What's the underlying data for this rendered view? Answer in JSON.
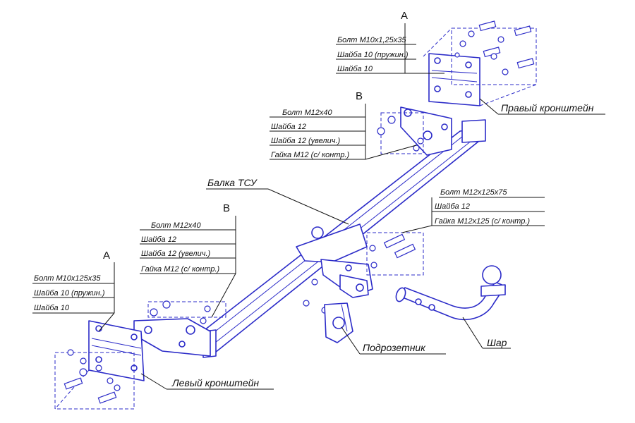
{
  "labels": {
    "right_group": {
      "letter": "A",
      "items": [
        "Болт М10х1,25х35",
        "Шайба 10 (пружин.)",
        "Шайба 10"
      ]
    },
    "right_bracket": "Правый кронштейн",
    "right_b_group": {
      "letter": "B",
      "items": [
        "Болт М12х40",
        "Шайба 12",
        "Шайба 12 (увелич.)",
        "Гайка М12 (с/ контр.)"
      ]
    },
    "beam": "Балка ТСУ",
    "ball_bolts": {
      "items": [
        "Болт М12х125х75",
        "Шайба 12",
        "Гайка М12х125 (с/ контр.)"
      ]
    },
    "left_b_group": {
      "letter": "B",
      "items": [
        "Болт М12х40",
        "Шайба 12",
        "Шайба 12 (увелич.)",
        "Гайка М12 (с/ контр.)"
      ]
    },
    "left_group": {
      "letter": "A",
      "items": [
        "Болт М10х125х35",
        "Шайба 10 (пружин.)",
        "Шайба 10"
      ]
    },
    "socket_plate": "Подрозетник",
    "ball": "Шар",
    "left_bracket": "Левый кронштейн"
  },
  "colors": {
    "parts": "#2b2bc8",
    "leaders": "#111111",
    "background": "#ffffff"
  }
}
